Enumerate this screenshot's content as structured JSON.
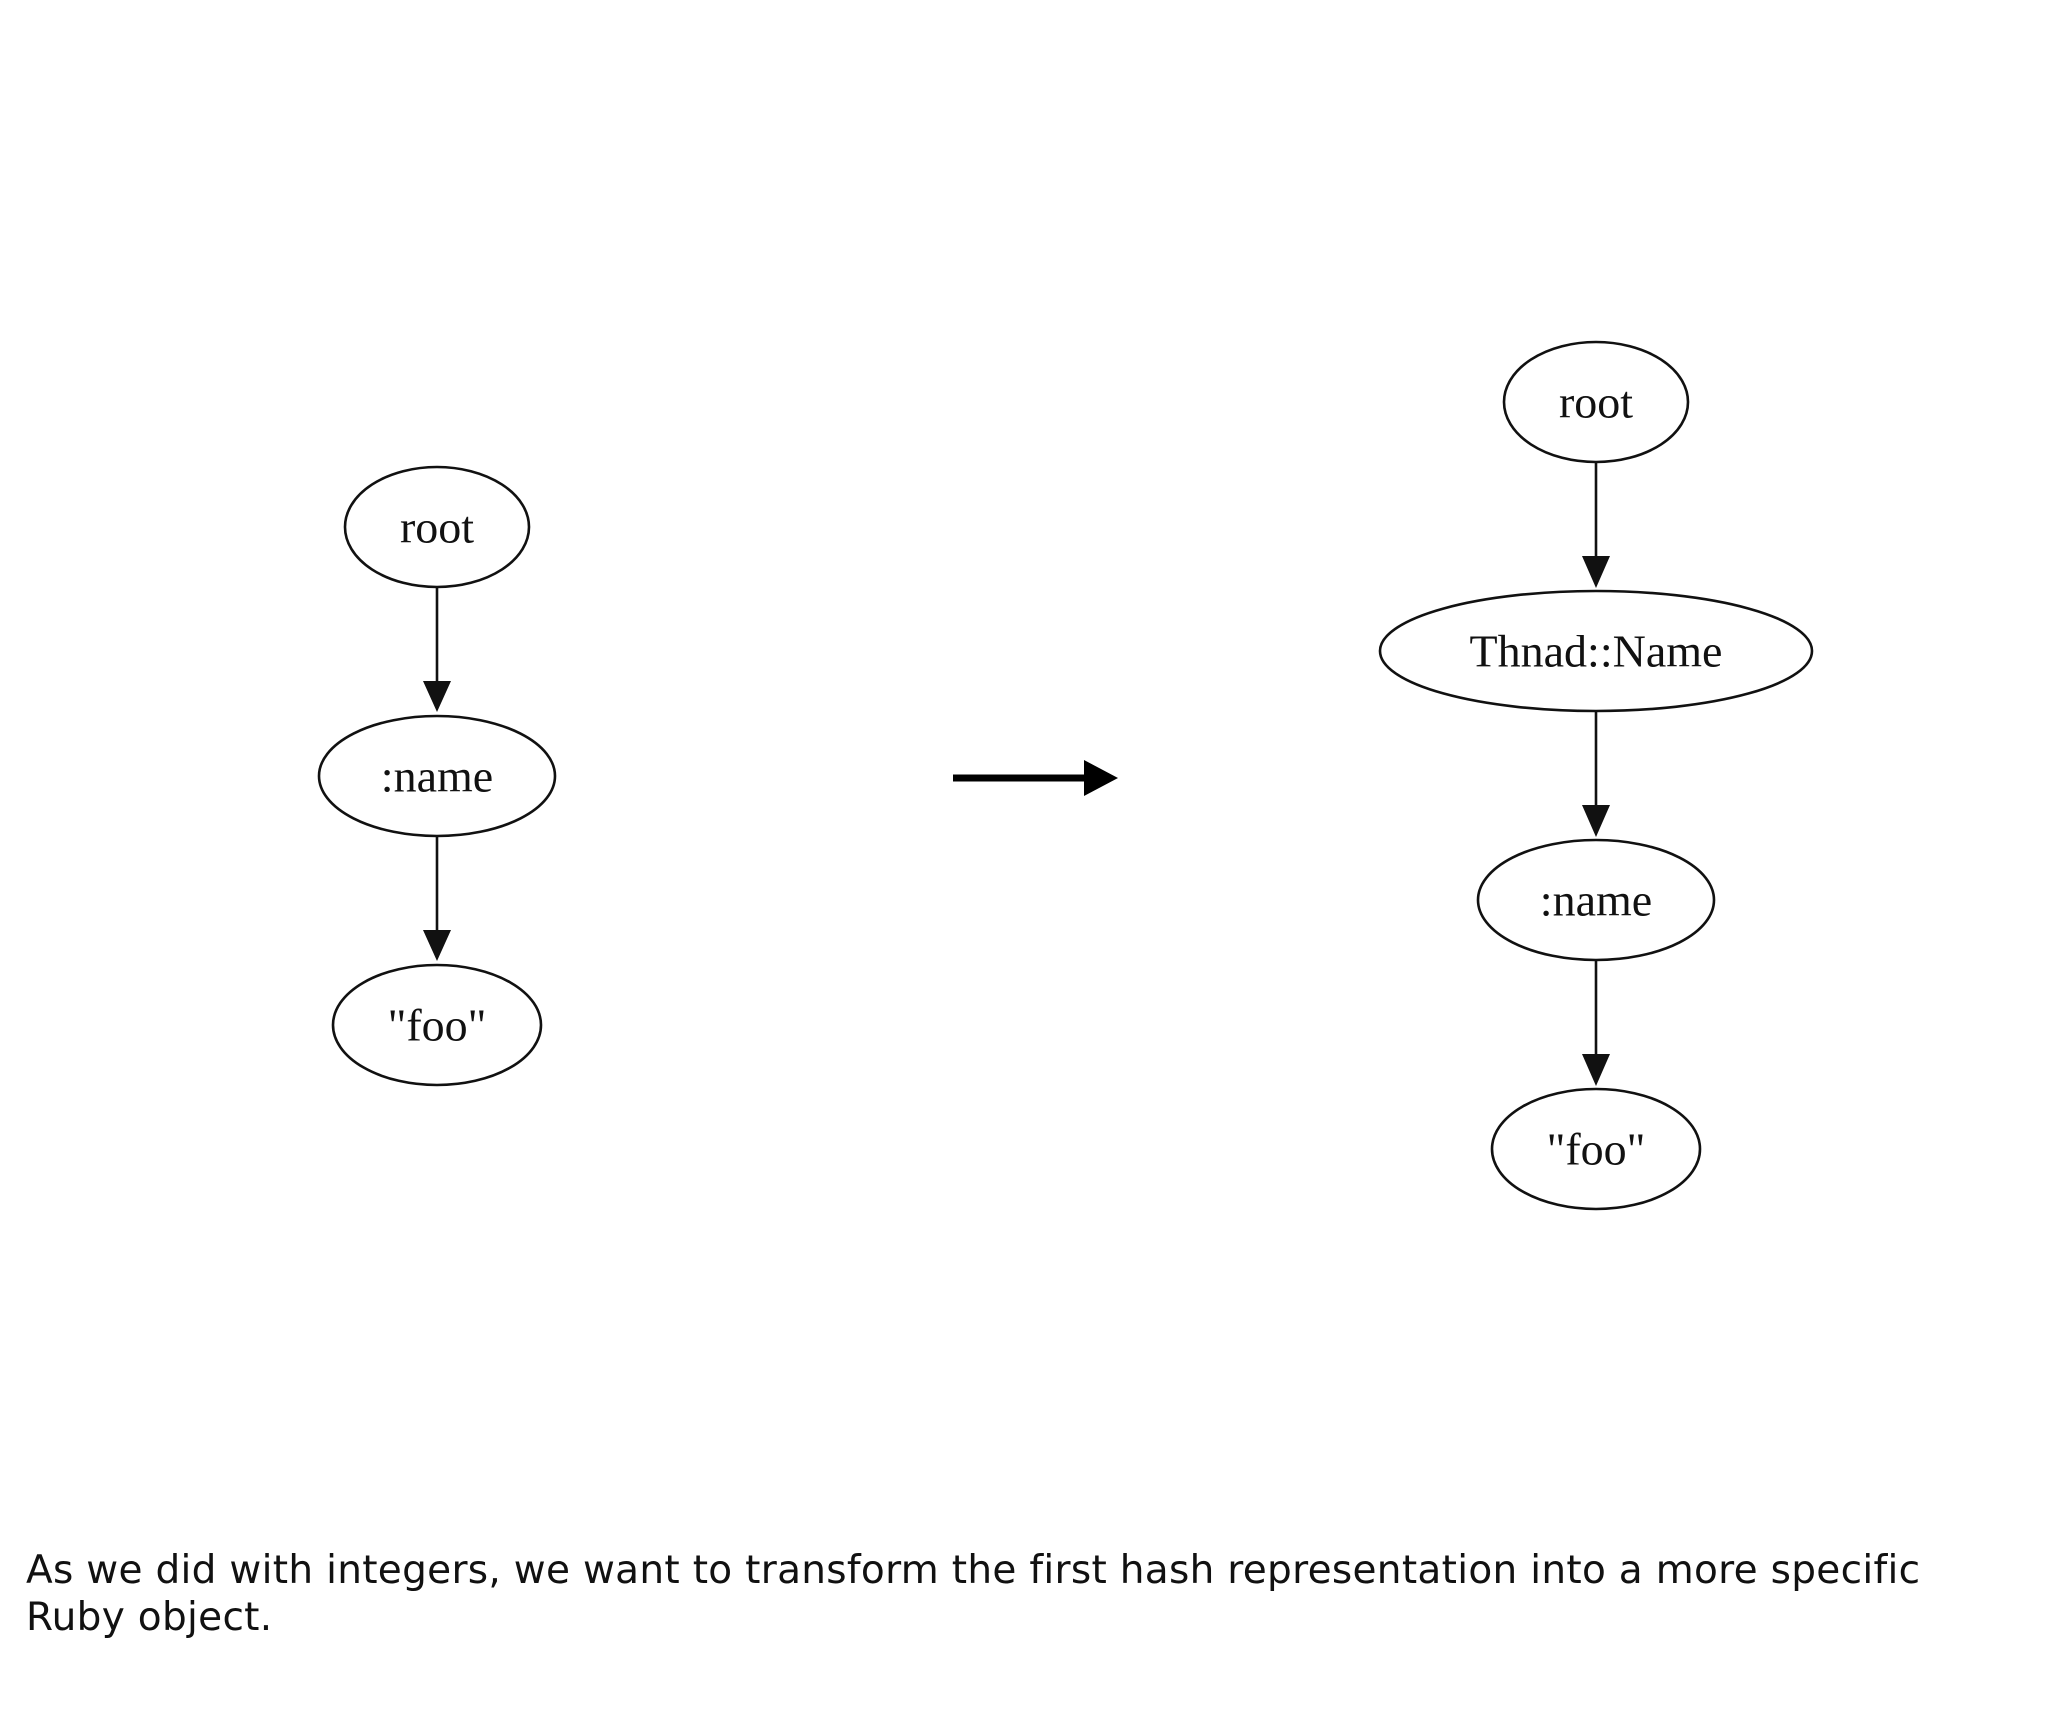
{
  "diagram": {
    "left_graph": {
      "nodes": [
        {
          "id": "l-root",
          "label": "root"
        },
        {
          "id": "l-name",
          "label": ":name"
        },
        {
          "id": "l-foo",
          "label": "\"foo\""
        }
      ],
      "edges": [
        {
          "from": "l-root",
          "to": "l-name"
        },
        {
          "from": "l-name",
          "to": "l-foo"
        }
      ]
    },
    "right_graph": {
      "nodes": [
        {
          "id": "r-root",
          "label": "root"
        },
        {
          "id": "r-thnad",
          "label": "Thnad::Name"
        },
        {
          "id": "r-name",
          "label": ":name"
        },
        {
          "id": "r-foo",
          "label": "\"foo\""
        }
      ],
      "edges": [
        {
          "from": "r-root",
          "to": "r-thnad"
        },
        {
          "from": "r-thnad",
          "to": "r-name"
        },
        {
          "from": "r-name",
          "to": "r-foo"
        }
      ]
    }
  },
  "caption": {
    "text": "As we did with integers, we want to transform the first hash representation into a more specific Ruby object."
  }
}
